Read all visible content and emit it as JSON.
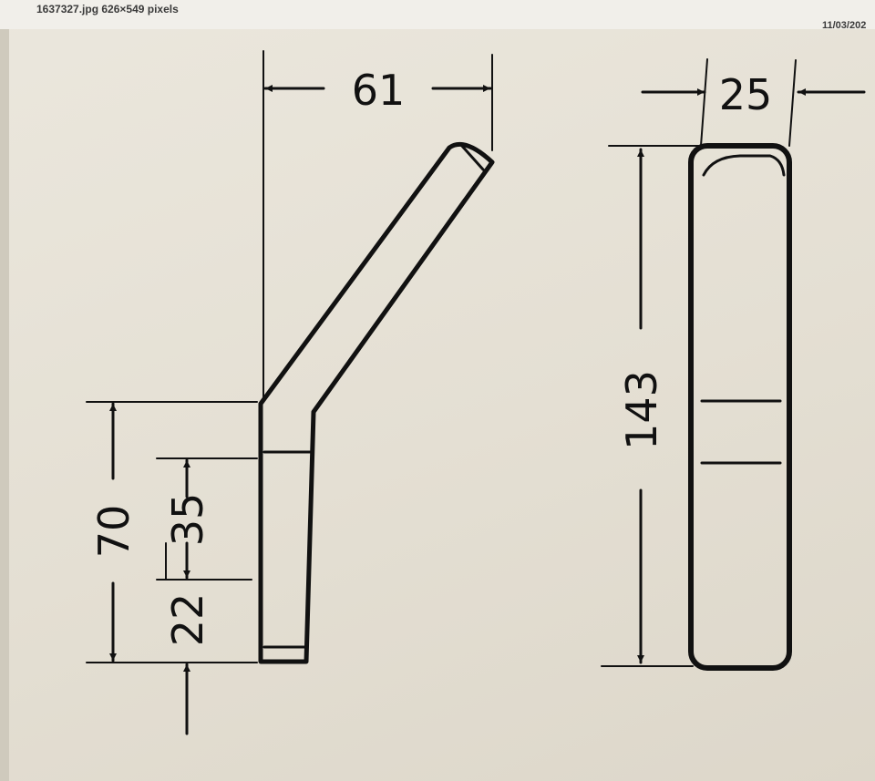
{
  "header": {
    "file_info": "1637327.jpg 626×549 pixels",
    "date": "11/03/202"
  },
  "drawing": {
    "side_view": {
      "width_dim": "61",
      "total_height_dim": "70",
      "upper_segment_dim": "35",
      "lower_segment_dim": "22"
    },
    "front_view": {
      "width_dim": "25",
      "height_dim": "143"
    },
    "ink_color": "#111111",
    "paper_color": "#e6e1d6"
  }
}
